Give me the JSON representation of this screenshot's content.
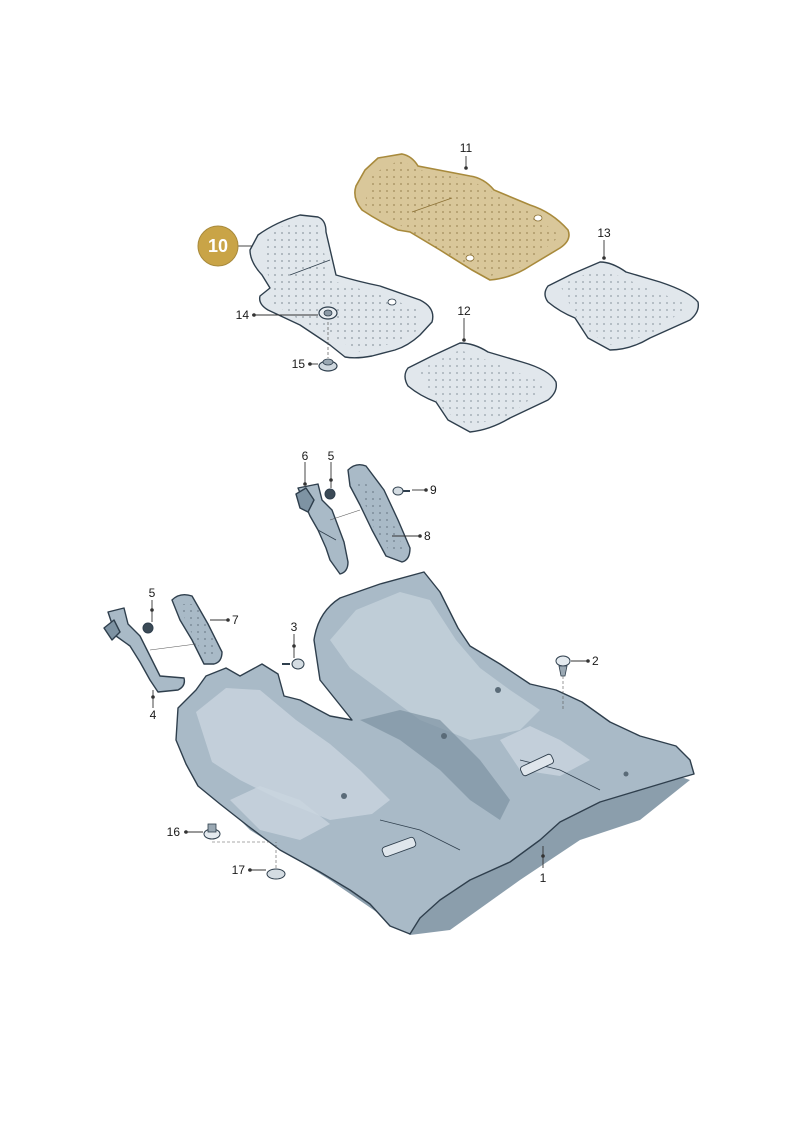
{
  "diagram": {
    "highlight_color": "#c9a447",
    "mat_color": "#e1e7ec",
    "carpet_color": "#a9bac7",
    "highlighted_part": "10",
    "labels": {
      "p1": "1",
      "p2": "2",
      "p3": "3",
      "p4": "4",
      "p5a": "5",
      "p5b": "5",
      "p6": "6",
      "p7": "7",
      "p8": "8",
      "p9": "9",
      "p10": "10",
      "p11": "11",
      "p12": "12",
      "p13": "13",
      "p14": "14",
      "p15": "15",
      "p16": "16",
      "p17": "17"
    }
  }
}
